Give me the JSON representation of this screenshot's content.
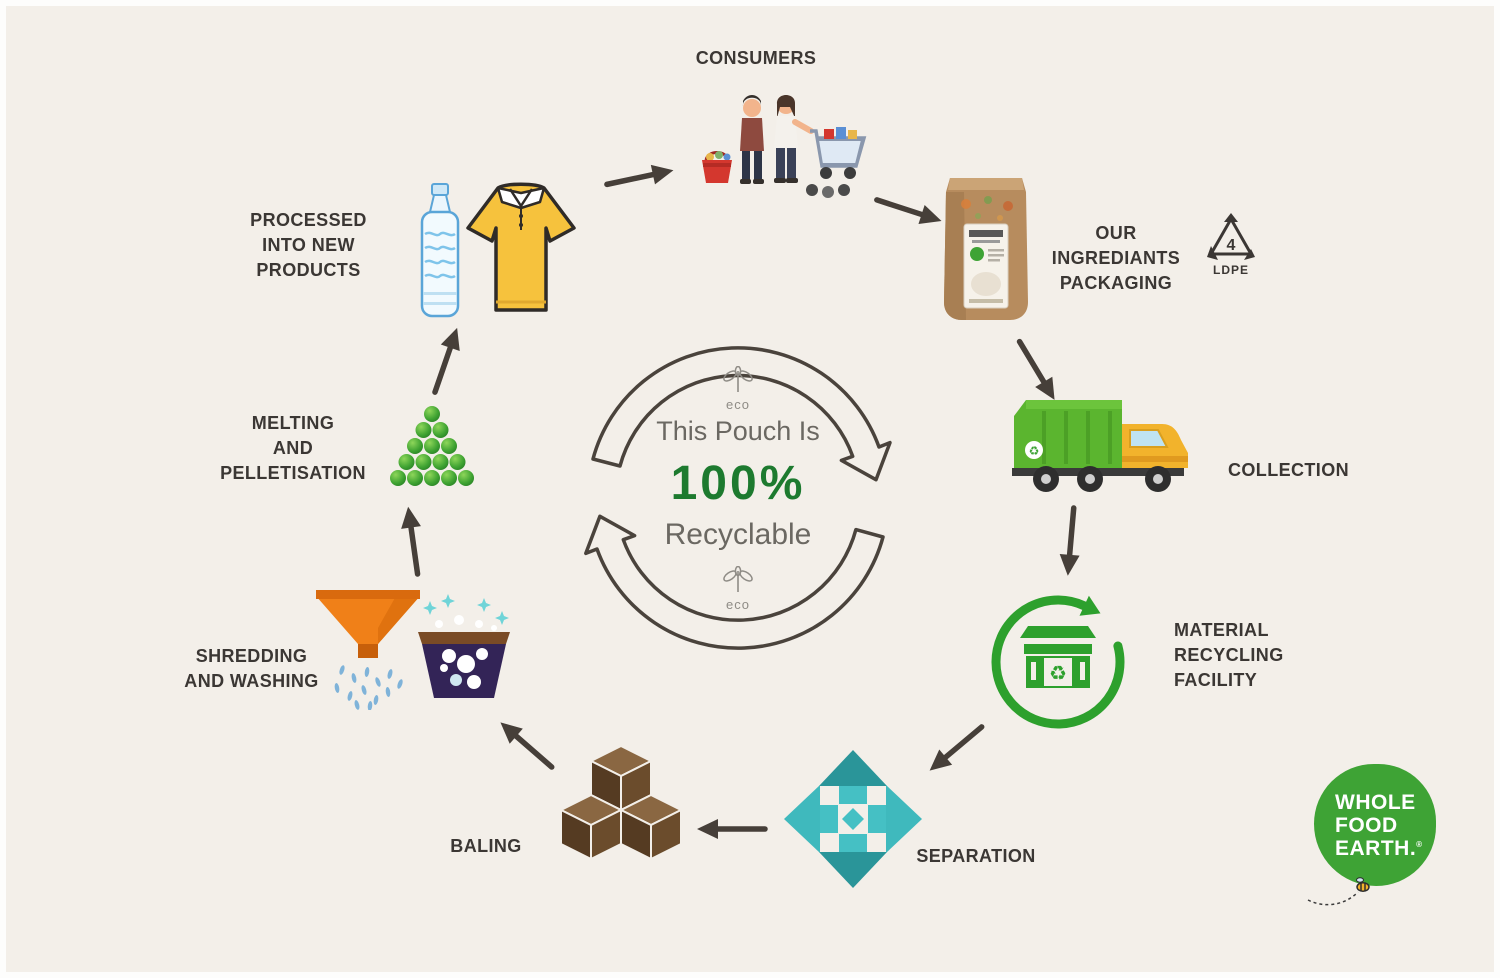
{
  "center": {
    "line1": "This Pouch Is",
    "line2": "100%",
    "line3": "Recyclable",
    "eco_top": "eco",
    "eco_bottom": "eco"
  },
  "stages": {
    "consumers": {
      "label": "CONSUMERS"
    },
    "packaging": {
      "label": "OUR INGREDIANTS\nPACKAGING",
      "ldpe_code": "4",
      "ldpe_label": "LDPE"
    },
    "collection": {
      "label": "COLLECTION"
    },
    "mrf": {
      "label": "MATERIAL\nRECYCLING\nFACILITY"
    },
    "separation": {
      "label": "SEPARATION"
    },
    "baling": {
      "label": "BALING"
    },
    "shredding": {
      "label": "SHREDDING\nAND WASHING"
    },
    "melting": {
      "label": "MELTING\nAND\nPELLETISATION"
    },
    "processed": {
      "label": "PROCESSED\nINTO NEW PRODUCTS"
    }
  },
  "logo": {
    "line1": "WHOLE",
    "line2": "FOOD",
    "line3": "EARTH.",
    "registered": "®"
  },
  "glyphs": {
    "recycle": "♻"
  },
  "colors": {
    "background": "#f3efe9",
    "label_text": "#3b3734",
    "arrow": "#463f39",
    "accent_green": "#1d7a2f",
    "mrf_green": "#2da02d",
    "teal": "#45c0c4",
    "truck_green": "#5bb52f",
    "cab_yellow": "#f2b32c",
    "logo_green": "#3ea335",
    "pouch_brown": "#b78c5e",
    "funnel_orange": "#f08018"
  }
}
